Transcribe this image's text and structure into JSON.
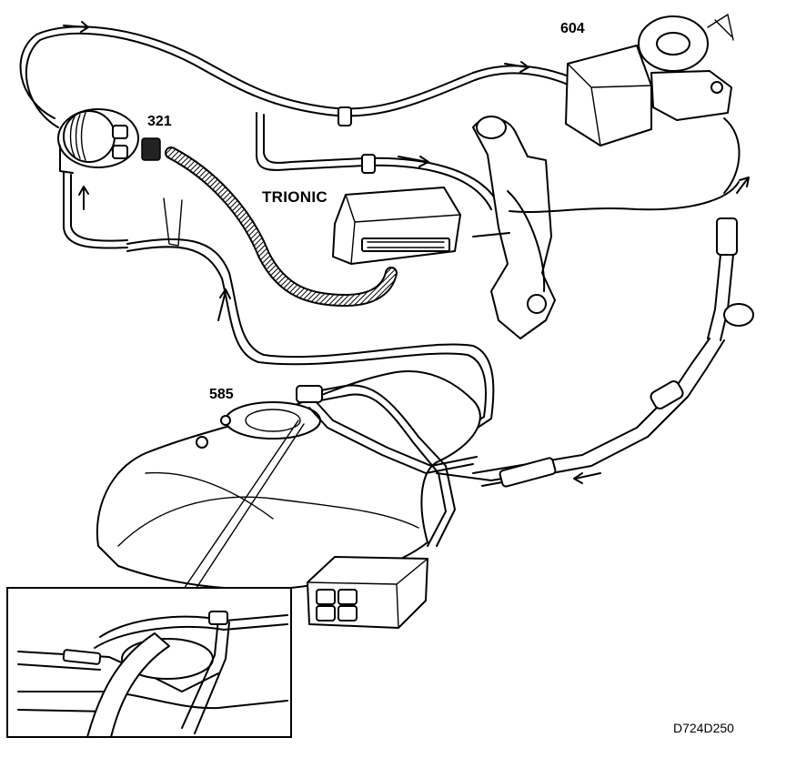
{
  "labels": {
    "valve_321": "321",
    "unit_604": "604",
    "trionic": "TRIONIC",
    "pump_585": "585"
  },
  "figure_code": "D724D250"
}
